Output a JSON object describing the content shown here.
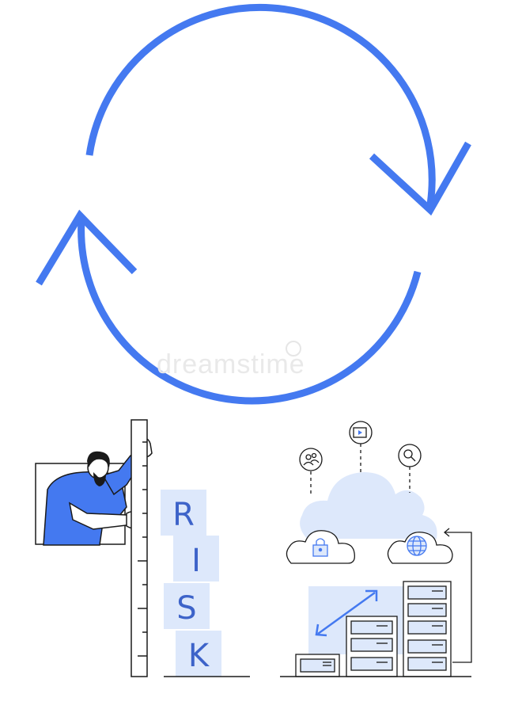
{
  "colors": {
    "accent": "#4479f0",
    "light_fill": "#dde8fb",
    "ink": "#1a1a1a"
  },
  "watermark": "dreamstime",
  "risk_blocks": [
    "R",
    "I",
    "S",
    "K"
  ],
  "icons": {
    "refresh": "refresh-cycle-icon",
    "users": "users-icon",
    "video": "play-video-icon",
    "search": "search-icon",
    "lock": "lock-icon",
    "globe": "globe-icon"
  }
}
